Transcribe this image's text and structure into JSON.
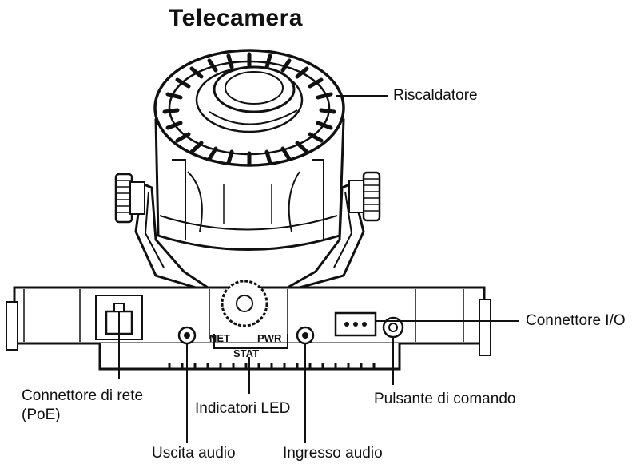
{
  "title": "Telecamera",
  "labels": {
    "heater": "Riscaldatore",
    "io_connector": "Connettore I/O",
    "network_connector_line1": "Connettore di rete",
    "network_connector_line2": "(PoE)",
    "led_indicators": "Indicatori LED",
    "control_button": "Pulsante di comando",
    "audio_out": "Uscita audio",
    "audio_in": "Ingresso audio"
  },
  "led_panel": {
    "net": "NET",
    "pwr": "PWR",
    "stat": "STAT"
  },
  "colors": {
    "ink": "#111111",
    "paper": "#ffffff",
    "shade": "#d8d8d8"
  }
}
